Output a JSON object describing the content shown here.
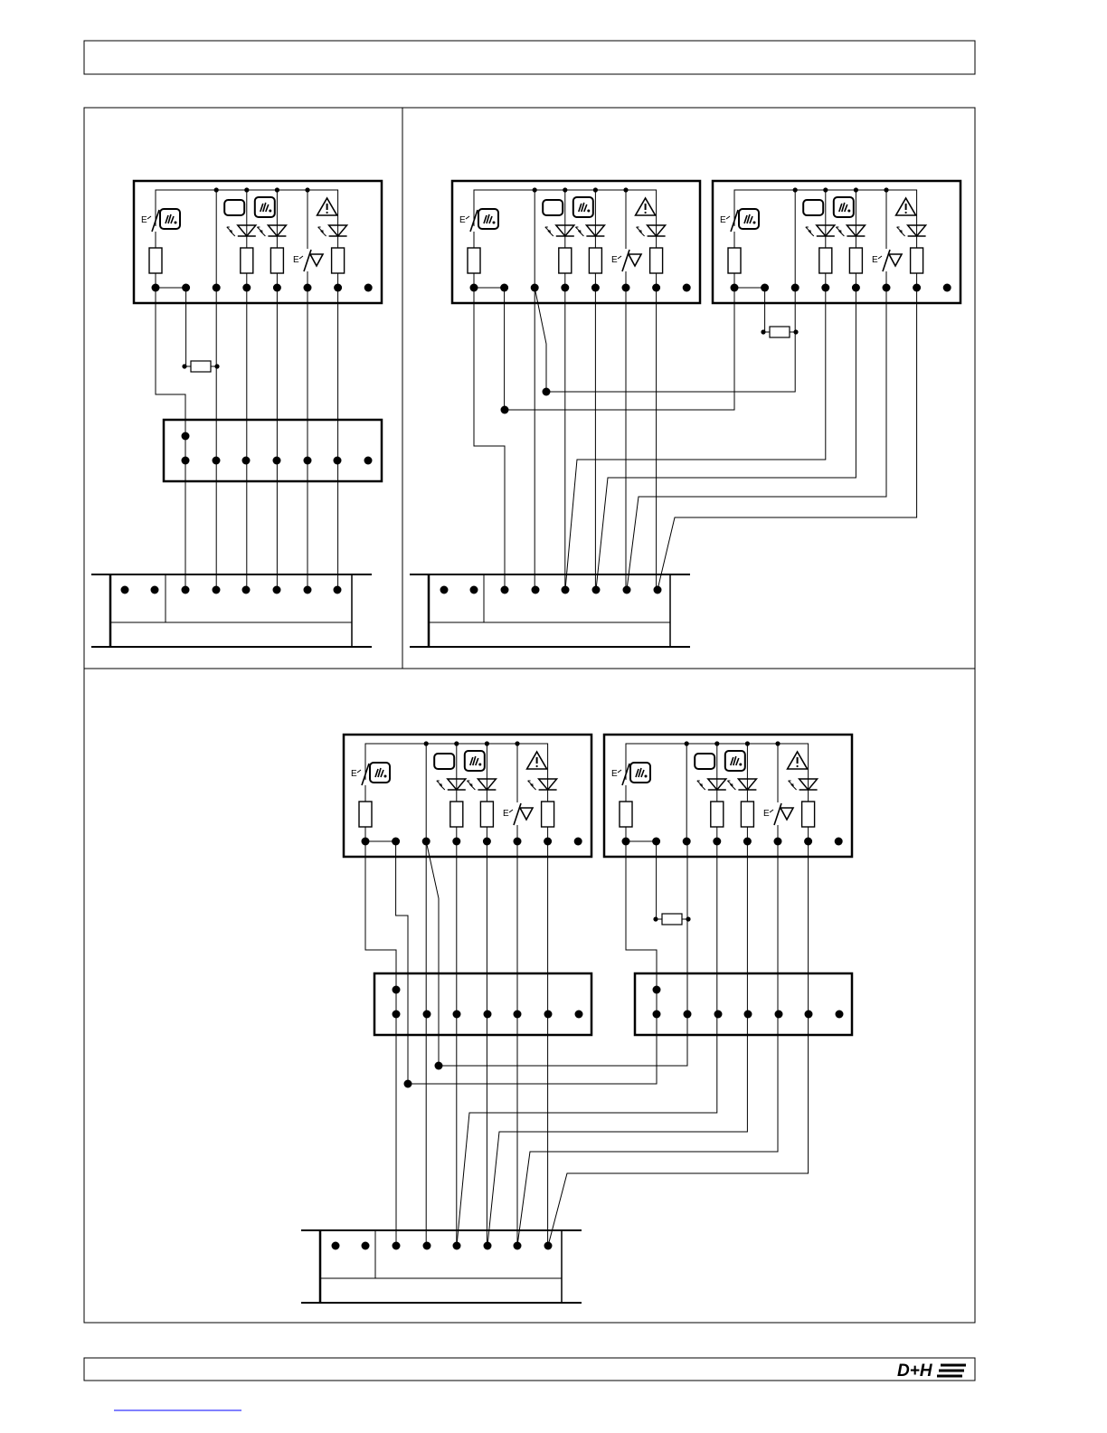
{
  "page": {
    "header_text": "",
    "footer_text": ""
  },
  "logo": {
    "text": "D+H",
    "color": "#000000"
  },
  "diagrams": {
    "left_top": {
      "button_units": 1,
      "terminal_blocks": 1,
      "resistor_present": true
    },
    "right_top": {
      "button_units": 2,
      "terminal_blocks": 0,
      "resistor_present": true
    },
    "bottom": {
      "button_units": 2,
      "terminal_blocks": 2,
      "resistor_present": true
    }
  },
  "symbols": {
    "switch_label": "E",
    "warning_icon": "warning-triangle-icon",
    "smoke_icon": "smoke-detector-icon",
    "lamp_icon": "indicator-lamp-icon",
    "led_icon": "led-diode-icon",
    "resistor_icon": "resistor-icon"
  },
  "colors": {
    "line": "#000000",
    "background": "#ffffff",
    "footer_link_underline": "#0000ff"
  }
}
